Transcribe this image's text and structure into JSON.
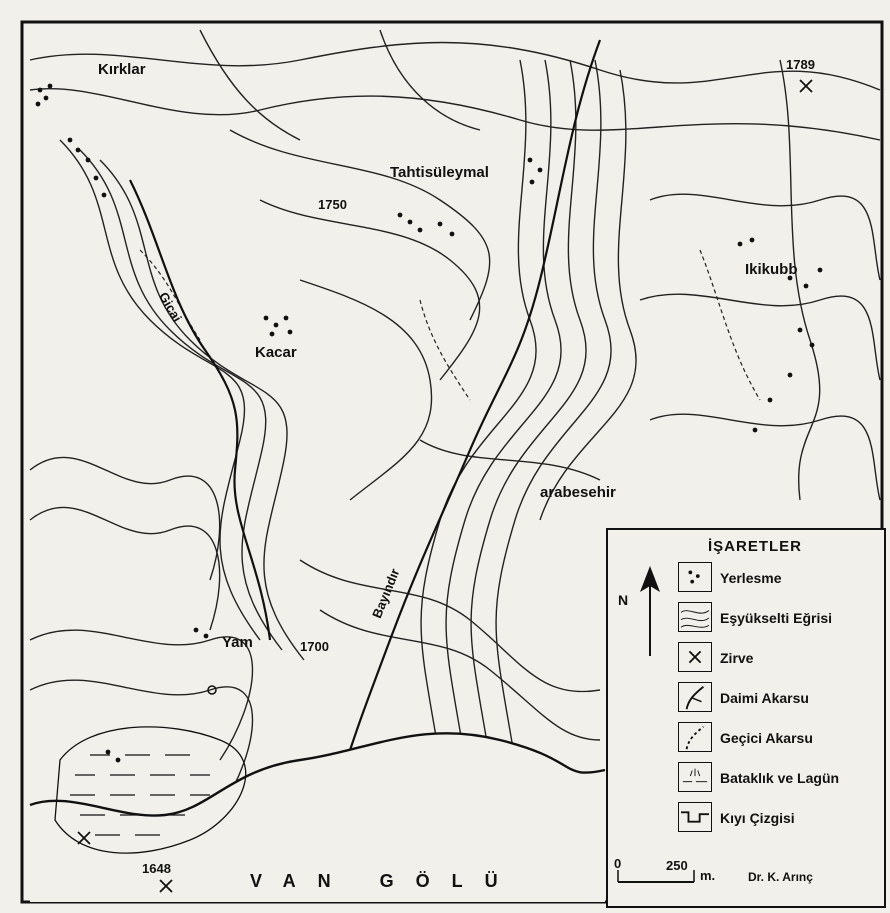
{
  "places": {
    "kirklar": "Kırklar",
    "tahtisuleyman": "Tahtisüleymal",
    "ikikubbe": "Ikikubb",
    "kacar": "Kacar",
    "arabesehir": "arabesehir",
    "yam": "Yam"
  },
  "rivers": {
    "gicai": "Gicai",
    "bayindir": "Bayındır"
  },
  "elevations": {
    "e1789": "1789",
    "e1750": "1750",
    "e1700": "1700",
    "e1648": "1648"
  },
  "lake": "VAN GÖLÜ",
  "legend": {
    "title": "İŞARETLER",
    "north": "N",
    "items": [
      {
        "icon": "settlement-icon",
        "label": "Yerlesme"
      },
      {
        "icon": "contour-icon",
        "label": "Eşyükselti Eğrisi"
      },
      {
        "icon": "peak-icon",
        "label": "Zirve"
      },
      {
        "icon": "permanent-stream-icon",
        "label": "Daimi Akarsu"
      },
      {
        "icon": "seasonal-stream-icon",
        "label": "Geçici Akarsu"
      },
      {
        "icon": "marsh-icon",
        "label": "Bataklık ve Lagün"
      },
      {
        "icon": "coastline-icon",
        "label": "Kıyı Çizgisi"
      }
    ],
    "scale": {
      "zero": "0",
      "value": "250",
      "unit": "m."
    },
    "author": "Dr. K. Arınç"
  },
  "colors": {
    "ink": "#111111",
    "paper": "#f2f0ea"
  }
}
